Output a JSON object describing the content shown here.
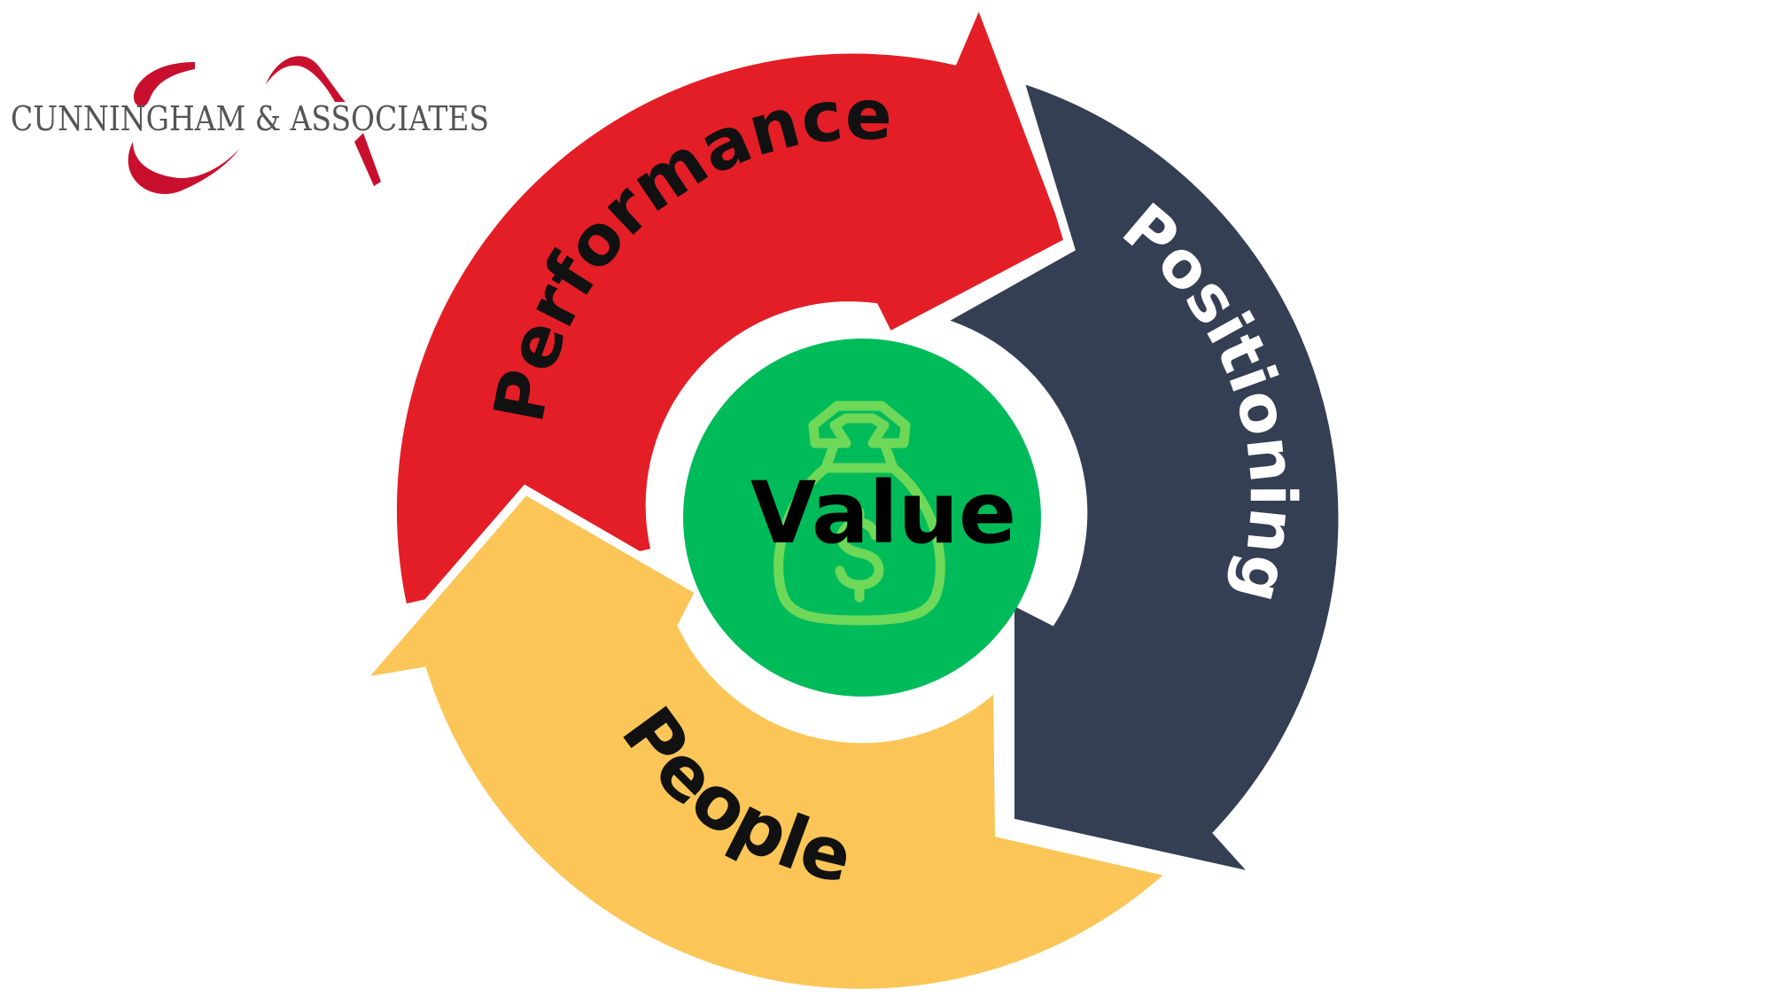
{
  "logo": {
    "name": "CUNNINGHAM & ASSOCIATES",
    "color": "#c8102e"
  },
  "diagram": {
    "center": {
      "label": "Value",
      "icon": "money-bag-icon",
      "color": "#00bb5a",
      "icon_color": "#6ed858"
    },
    "segments": [
      {
        "label": "Performance",
        "color": "#e41e26",
        "text_color": "#111111"
      },
      {
        "label": "Positioning",
        "color": "#343f54",
        "text_color": "#ffffff"
      },
      {
        "label": "People",
        "color": "#fbc657",
        "text_color": "#111111"
      }
    ]
  }
}
